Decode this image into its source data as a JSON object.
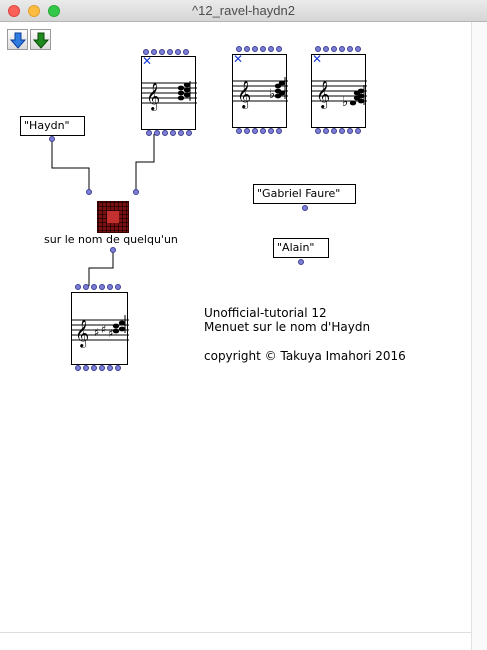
{
  "window": {
    "title": "^12_ravel-haydn2"
  },
  "toolbar": {
    "load_icon": "blue-down-arrow",
    "save_icon": "green-down-arrow"
  },
  "patch": {
    "boxes": {
      "haydn": "\"Haydn\"",
      "gabriel_faure": "\"Gabriel Faure\"",
      "alain": "\"Alain\""
    },
    "abstraction_label": "sur le nom de quelqu'un",
    "comment": {
      "line1": "Unofficial-tutorial 12",
      "line2": "Menuet sur le nom d'Haydn",
      "line3": "copyright © Takuya Imahori 2016"
    }
  }
}
